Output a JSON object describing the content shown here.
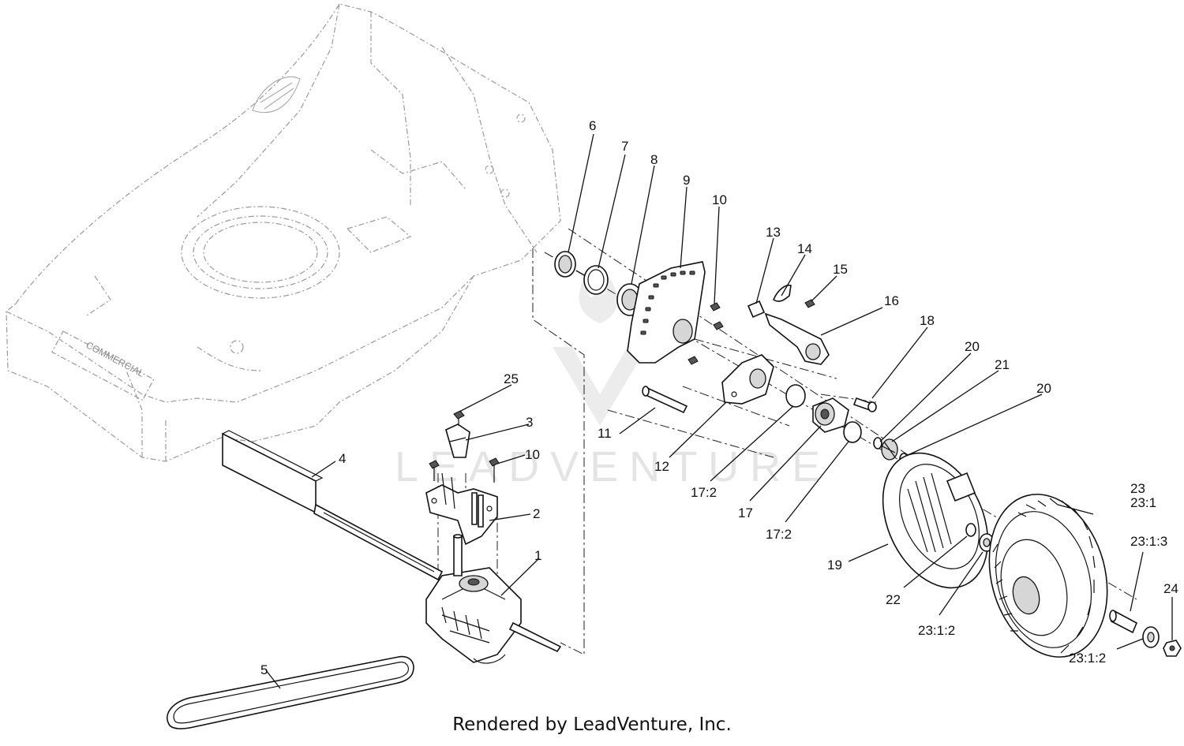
{
  "diagram": {
    "watermark": "LEADVENTURE",
    "deck_brand": "COMMERCIAL",
    "callouts": {
      "c1": "1",
      "c2": "2",
      "c3": "3",
      "c4": "4",
      "c5": "5",
      "c6": "6",
      "c7": "7",
      "c8": "8",
      "c9": "9",
      "c10a": "10",
      "c10b": "10",
      "c11": "11",
      "c12": "12",
      "c13": "13",
      "c14": "14",
      "c15": "15",
      "c16": "16",
      "c17": "17",
      "c17_2a": "17:2",
      "c17_2b": "17:2",
      "c18": "18",
      "c19": "19",
      "c20a": "20",
      "c20b": "20",
      "c21": "21",
      "c22": "22",
      "c23": "23",
      "c23_1": "23:1",
      "c23_1_3": "23:1:3",
      "c23_1_2a": "23:1:2",
      "c23_1_2b": "23:1:2",
      "c24": "24",
      "c25": "25"
    }
  },
  "footer": {
    "text": "Rendered by LeadVenture, Inc."
  }
}
